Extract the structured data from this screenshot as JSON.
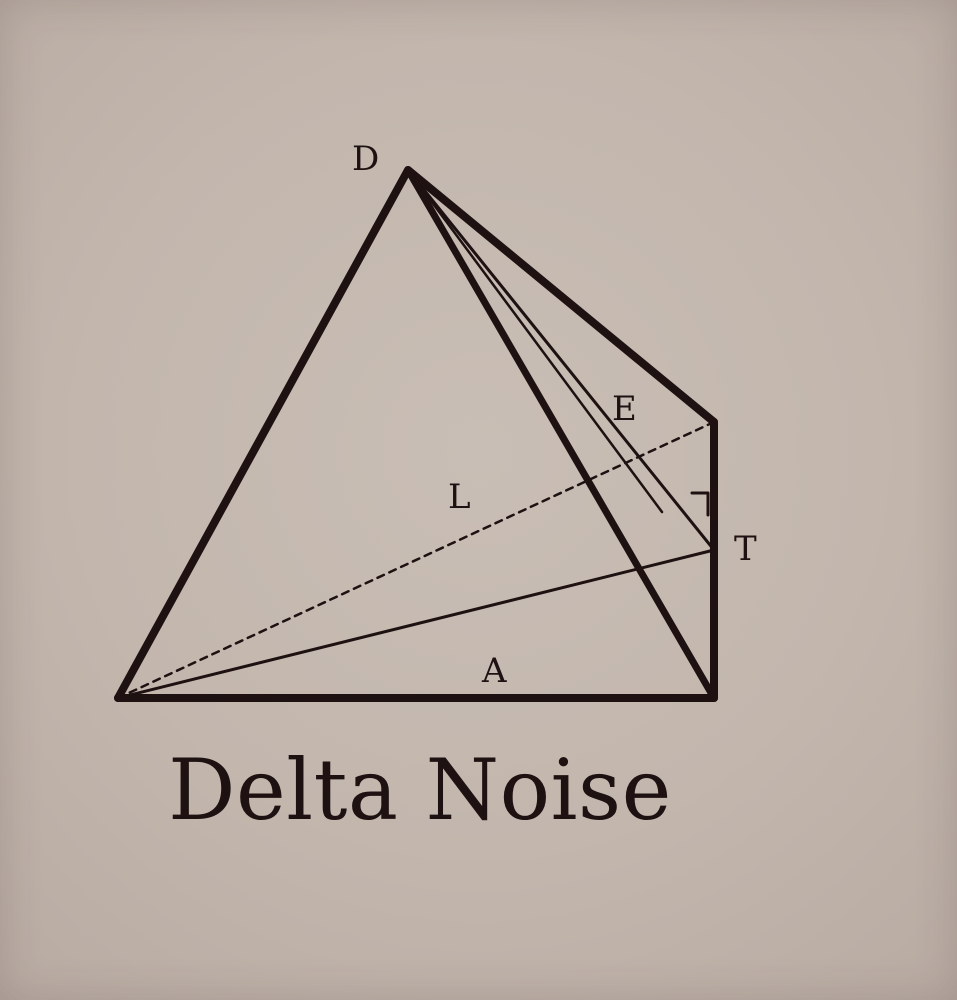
{
  "diagram": {
    "labels": {
      "d": "D",
      "e": "E",
      "l": "L",
      "t": "T",
      "a": "A"
    },
    "title": "Delta Noise"
  },
  "colors": {
    "background": "#c3b7ae",
    "ink": "#1e1111"
  }
}
